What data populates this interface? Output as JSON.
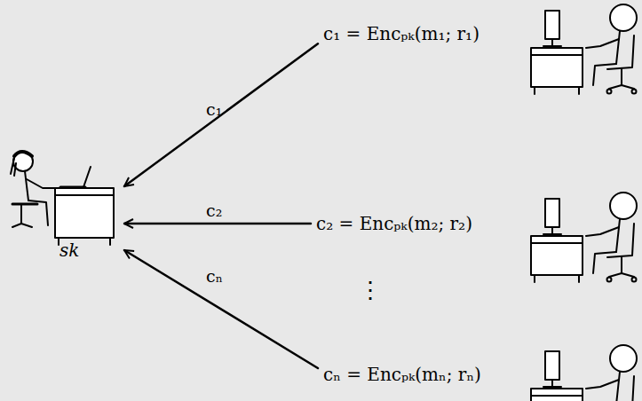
{
  "diagram": {
    "nodes": [
      {
        "text": [
          "sk"
        ]
      },
      {
        "text": [
          "c₁ = Encₚₖ(m₁; r₁)"
        ]
      },
      {
        "text": [
          "c₂ = Encₚₖ(m₂; r₂)"
        ]
      },
      {
        "text": [
          "cₙ = Encₚₖ(mₙ; rₙ)"
        ]
      }
    ],
    "edges": [
      {
        "from": 1,
        "to": 0,
        "arrow": "to",
        "label": "c₁"
      },
      {
        "from": 2,
        "to": 0,
        "arrow": "to",
        "label": "c₂"
      },
      {
        "from": 3,
        "to": 0,
        "arrow": "to",
        "label": "cₙ"
      }
    ],
    "labels": [
      "⋮"
    ]
  }
}
